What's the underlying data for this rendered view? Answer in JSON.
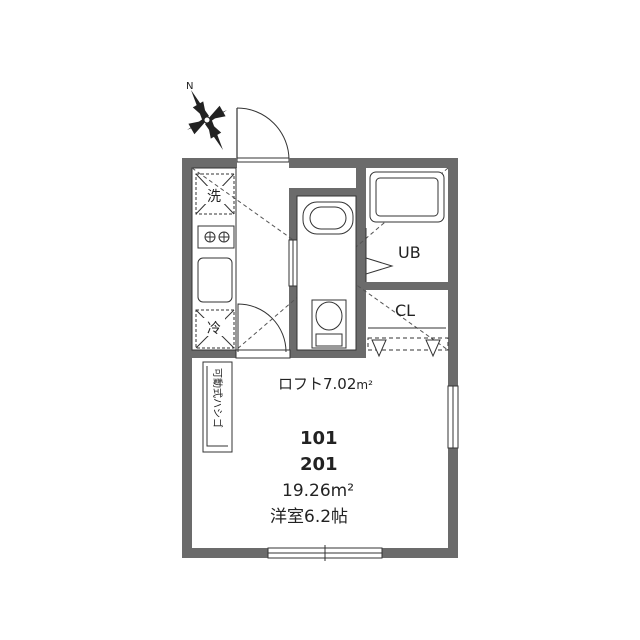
{
  "compass": {
    "label": "N"
  },
  "rooms": {
    "washer": "洗",
    "fridge": "冷",
    "bath": "UB",
    "closet": "CL",
    "loft": "ロフト7.02",
    "loft_unit": "m²",
    "ladder": "可動式ハシゴ"
  },
  "unit": {
    "number_1": "101",
    "number_2": "201",
    "area": "19.26m²",
    "room": "洋室6.2帖"
  },
  "colors": {
    "wall": "#6b6b6b",
    "line": "#333333"
  }
}
